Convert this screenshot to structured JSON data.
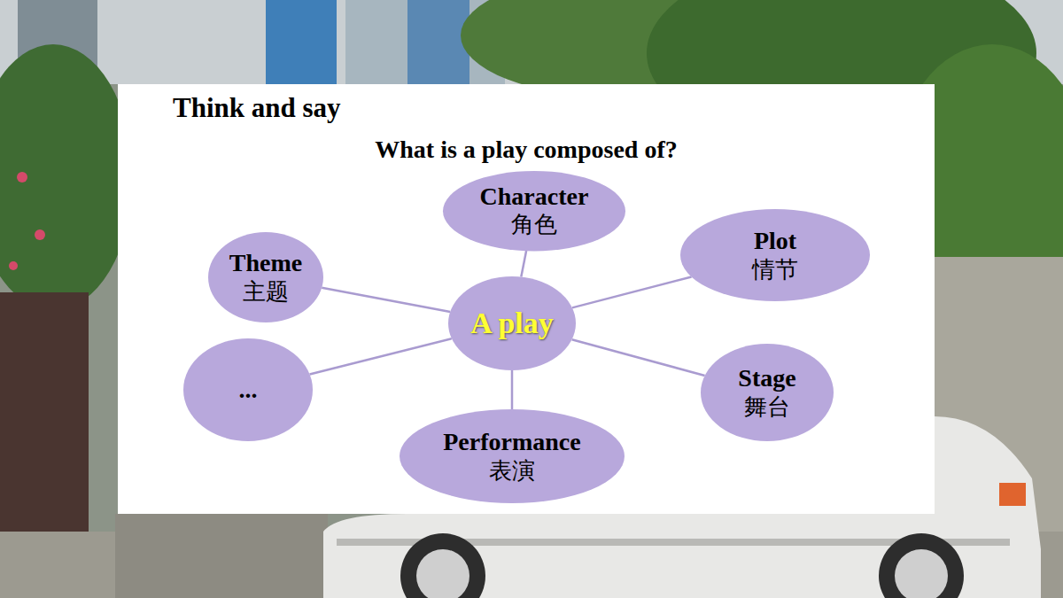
{
  "diagram": {
    "title": "Think and say",
    "nodes": [
      {
        "text": [
          "Character",
          "角色"
        ]
      },
      {
        "text": [
          "Theme",
          "主题"
        ]
      },
      {
        "text": [
          "Plot",
          "情节"
        ]
      },
      {
        "text": [
          "A play"
        ]
      },
      {
        "text": [
          "..."
        ]
      },
      {
        "text": [
          "Stage",
          "舞台"
        ]
      },
      {
        "text": [
          "Performance",
          "表演"
        ]
      }
    ],
    "edges": [
      {
        "from": 3,
        "to": 0,
        "arrow": "none"
      },
      {
        "from": 3,
        "to": 1,
        "arrow": "none"
      },
      {
        "from": 3,
        "to": 2,
        "arrow": "none"
      },
      {
        "from": 3,
        "to": 4,
        "arrow": "none"
      },
      {
        "from": 3,
        "to": 5,
        "arrow": "none"
      },
      {
        "from": 3,
        "to": 6,
        "arrow": "none"
      }
    ],
    "labels": [
      "What is a play composed of?"
    ]
  }
}
